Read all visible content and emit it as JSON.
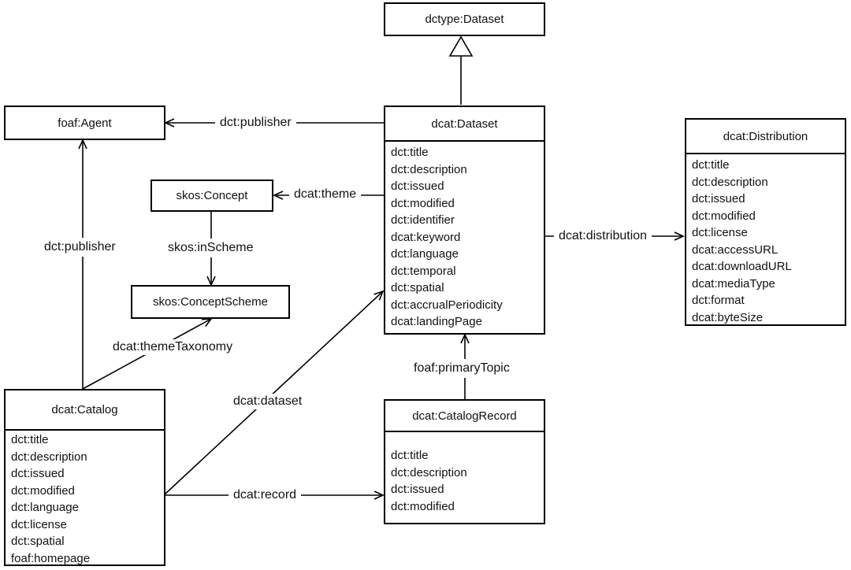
{
  "classes": {
    "dctype_dataset": {
      "title": "dctype:Dataset"
    },
    "foaf_agent": {
      "title": "foaf:Agent"
    },
    "skos_concept": {
      "title": "skos:Concept"
    },
    "skos_conceptscheme": {
      "title": "skos:ConceptScheme"
    },
    "dcat_dataset": {
      "title": "dcat:Dataset",
      "attrs": [
        "dct:title",
        "dct:description",
        "dct:issued",
        "dct:modified",
        "dct:identifier",
        "dcat:keyword",
        "dct:language",
        "dct:temporal",
        "dct:spatial",
        "dct:accrualPeriodicity",
        "dcat:landingPage"
      ]
    },
    "dcat_distribution": {
      "title": "dcat:Distribution",
      "attrs": [
        "dct:title",
        "dct:description",
        "dct:issued",
        "dct:modified",
        "dct:license",
        "dcat:accessURL",
        "dcat:downloadURL",
        "dcat:mediaType",
        "dct:format",
        "dcat:byteSize"
      ]
    },
    "dcat_catalog": {
      "title": "dcat:Catalog",
      "attrs": [
        "dct:title",
        "dct:description",
        "dct:issued",
        "dct:modified",
        "dct:language",
        "dct:license",
        "dct:spatial",
        "foaf:homepage"
      ]
    },
    "dcat_catalogrecord": {
      "title": "dcat:CatalogRecord",
      "attrs": [
        "dct:title",
        "dct:description",
        "dct:issued",
        "dct:modified"
      ]
    }
  },
  "relations": {
    "dataset_publisher": "dct:publisher",
    "catalog_publisher": "dct:publisher",
    "theme": "dcat:theme",
    "in_scheme": "skos:inScheme",
    "theme_taxonomy": "dcat:themeTaxonomy",
    "distribution": "dcat:distribution",
    "dataset": "dcat:dataset",
    "record": "dcat:record",
    "primary_topic": "foaf:primaryTopic"
  }
}
